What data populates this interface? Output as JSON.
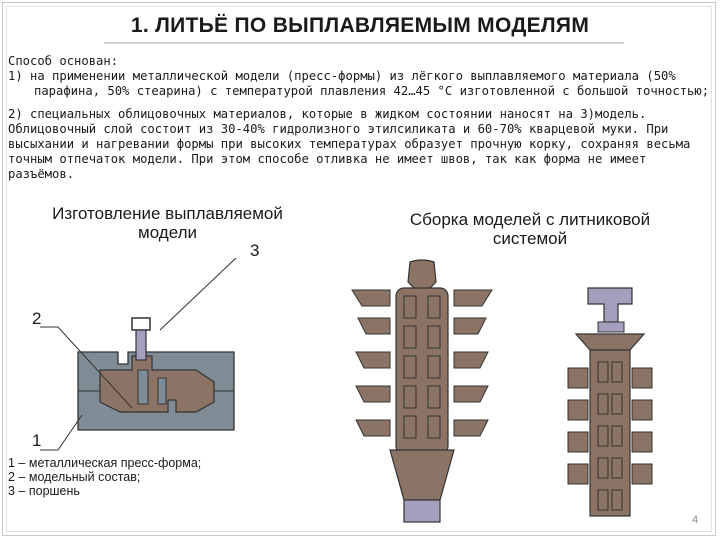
{
  "title": "1. ЛИТЬЁ ПО ВЫПЛАВЛЯЕМЫМ МОДЕЛЯМ",
  "intro": "Способ основан:",
  "item1": "1)  на применении металлической модели (пресс-формы) из лёгкого выплавляемого материала (50% парафина, 50% стеарина) с температурой плавления 42…45 °С изготовленной с большой точностью;",
  "item2": "2) специальных облицовочных материалов, которые в жидком состоянии наносят на 3)модель. Облицовочный слой состоит из 30-40% гидролизного этилсиликата и 60-70% кварцевой муки. При высыхании и нагревании формы при высоких температурах образует прочную корку, сохраняя весьма точным отпечаток модели. При этом способе отливка не имеет швов, так как форма не имеет разъёмов.",
  "caption_left": "Изготовление выплавляемой модели",
  "caption_right": "Сборка моделей с литниковой системой",
  "callouts": {
    "one": "1",
    "two": "2",
    "three": "3"
  },
  "legend": [
    "1 – металлическая пресс-форма;",
    "2 – модельный состав;",
    "3 – поршень"
  ],
  "page_number": "4",
  "colors": {
    "mold": "#7f8c96",
    "model": "#8b7366",
    "piston": "#a3a0be",
    "stroke": "#333333"
  }
}
